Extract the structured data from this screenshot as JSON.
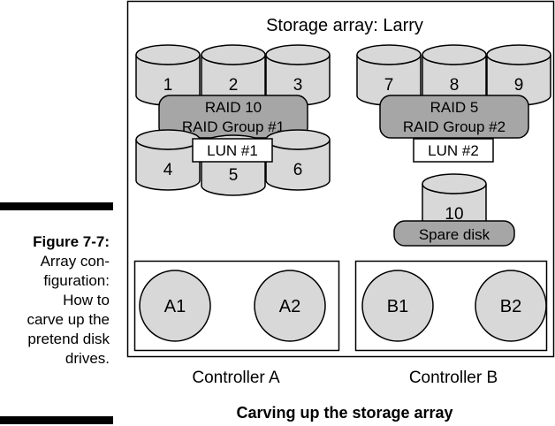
{
  "caption": {
    "figure_label": "Figure 7-7:",
    "text": "Array con-\nfiguration:\nHow to\ncarve up the\npretend disk\ndrives."
  },
  "diagram": {
    "array_title": "Storage array: Larry",
    "figure_title": "Carving up the storage array",
    "raid_groups": [
      {
        "id": "group1",
        "line1": "RAID 10",
        "line2": "RAID Group #1",
        "lun": "LUN #1",
        "disks": [
          "1",
          "2",
          "3",
          "4",
          "5",
          "6"
        ]
      },
      {
        "id": "group2",
        "line1": "RAID 5",
        "line2": "RAID Group #2",
        "lun": "LUN #2",
        "disks": [
          "7",
          "8",
          "9"
        ]
      }
    ],
    "spare": {
      "disk": "10",
      "label": "Spare disk"
    },
    "controllers": [
      {
        "name": "Controller A",
        "ports": [
          "A1",
          "A2"
        ]
      },
      {
        "name": "Controller B",
        "ports": [
          "B1",
          "B2"
        ]
      }
    ]
  },
  "colors": {
    "disk_fill": "#d8d8d8",
    "raid_fill": "#a6a6a6",
    "port_fill": "#d8d8d8",
    "stroke": "#000000",
    "background": "#ffffff"
  }
}
